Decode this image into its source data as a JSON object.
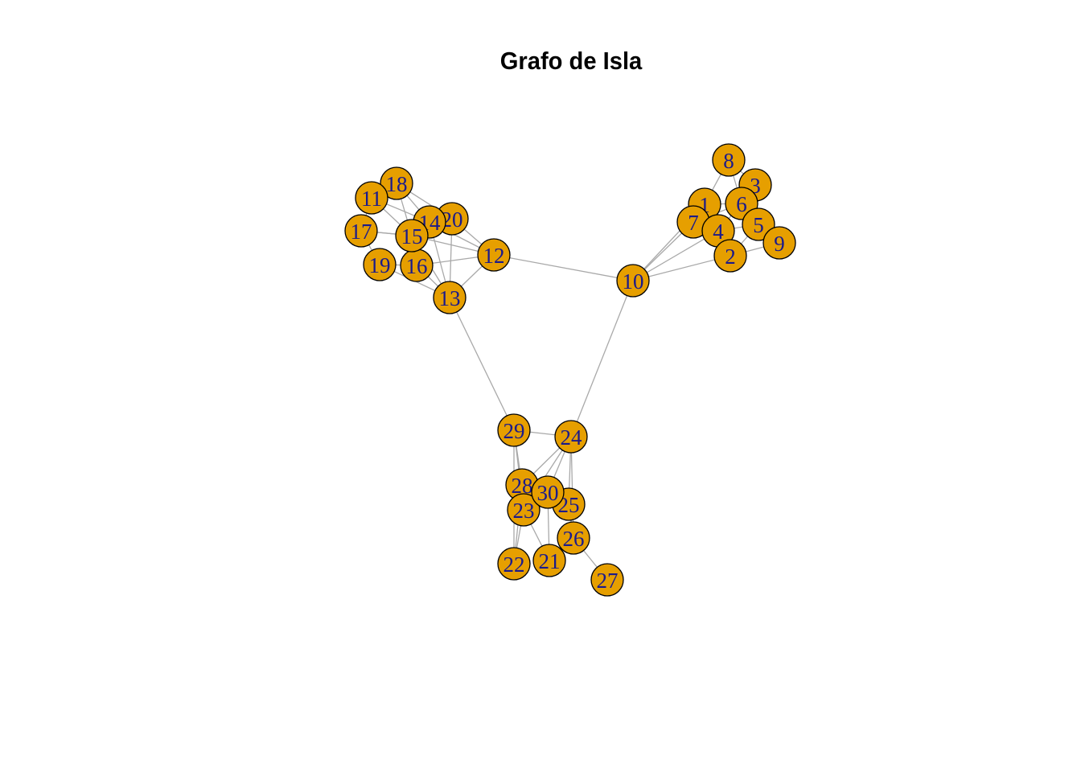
{
  "title": "Grafo de Isla",
  "colors": {
    "node_fill": "#e69f00",
    "node_stroke": "#000000",
    "label": "#1a1a8c",
    "edge": "#a9a9a9"
  },
  "nodes": [
    "1",
    "2",
    "3",
    "4",
    "5",
    "6",
    "7",
    "8",
    "9",
    "10",
    "11",
    "12",
    "13",
    "14",
    "15",
    "16",
    "17",
    "18",
    "19",
    "20",
    "21",
    "22",
    "23",
    "24",
    "25",
    "26",
    "27",
    "28",
    "29",
    "30"
  ],
  "edges": [
    [
      "1",
      "4"
    ],
    [
      "1",
      "6"
    ],
    [
      "1",
      "7"
    ],
    [
      "1",
      "8"
    ],
    [
      "1",
      "2"
    ],
    [
      "2",
      "4"
    ],
    [
      "2",
      "5"
    ],
    [
      "2",
      "9"
    ],
    [
      "3",
      "5"
    ],
    [
      "3",
      "6"
    ],
    [
      "4",
      "5"
    ],
    [
      "4",
      "6"
    ],
    [
      "4",
      "7"
    ],
    [
      "5",
      "6"
    ],
    [
      "5",
      "9"
    ],
    [
      "6",
      "7"
    ],
    [
      "6",
      "8"
    ],
    [
      "3",
      "8"
    ],
    [
      "10",
      "1"
    ],
    [
      "10",
      "2"
    ],
    [
      "10",
      "4"
    ],
    [
      "10",
      "7"
    ],
    [
      "10",
      "12"
    ],
    [
      "10",
      "24"
    ],
    [
      "11",
      "14"
    ],
    [
      "11",
      "15"
    ],
    [
      "11",
      "17"
    ],
    [
      "11",
      "18"
    ],
    [
      "12",
      "14"
    ],
    [
      "12",
      "15"
    ],
    [
      "12",
      "16"
    ],
    [
      "12",
      "13"
    ],
    [
      "12",
      "20"
    ],
    [
      "13",
      "15"
    ],
    [
      "13",
      "16"
    ],
    [
      "13",
      "19"
    ],
    [
      "13",
      "14"
    ],
    [
      "13",
      "20"
    ],
    [
      "14",
      "15"
    ],
    [
      "14",
      "18"
    ],
    [
      "14",
      "20"
    ],
    [
      "15",
      "16"
    ],
    [
      "15",
      "17"
    ],
    [
      "15",
      "18"
    ],
    [
      "16",
      "19"
    ],
    [
      "17",
      "19"
    ],
    [
      "17",
      "15"
    ],
    [
      "18",
      "20"
    ],
    [
      "13",
      "29"
    ],
    [
      "29",
      "24"
    ],
    [
      "29",
      "23"
    ],
    [
      "29",
      "28"
    ],
    [
      "29",
      "22"
    ],
    [
      "24",
      "30"
    ],
    [
      "24",
      "25"
    ],
    [
      "24",
      "26"
    ],
    [
      "24",
      "28"
    ],
    [
      "24",
      "23"
    ],
    [
      "28",
      "23"
    ],
    [
      "28",
      "30"
    ],
    [
      "23",
      "22"
    ],
    [
      "23",
      "21"
    ],
    [
      "30",
      "21"
    ],
    [
      "30",
      "25"
    ],
    [
      "25",
      "26"
    ],
    [
      "26",
      "21"
    ],
    [
      "26",
      "27"
    ],
    [
      "28",
      "22"
    ]
  ]
}
